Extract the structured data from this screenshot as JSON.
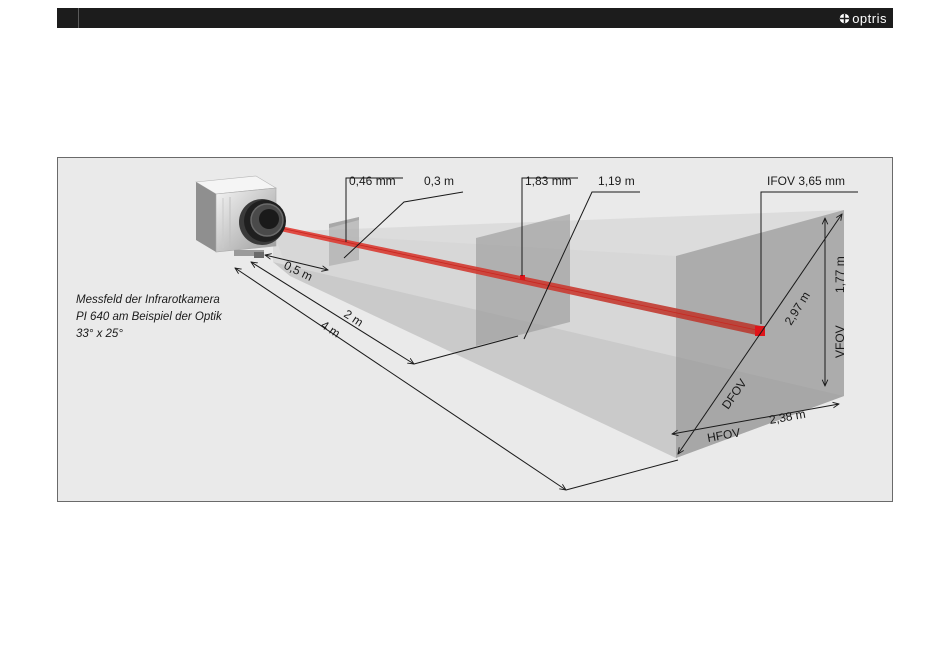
{
  "header": {
    "brand": "optris"
  },
  "caption": {
    "line1": "Messfeld der Infrarotkamera",
    "line2": "PI 640 am Beispiel der Optik",
    "line3": "33° x 25°"
  },
  "distances": {
    "d1": "0,5 m",
    "d2": "2 m",
    "d3": "4 m"
  },
  "labels": {
    "pixel_near": "0,46 mm",
    "field_near": "0,3 m",
    "pixel_mid": "1,83 mm",
    "field_mid": "1,19 m",
    "ifov": "IFOV 3,65 mm",
    "vertical": "1,77 m",
    "diagonal": "2,97 m",
    "horizontal": "2,38 m",
    "vfov": "VFOV",
    "dfov": "DFOV",
    "hfov": "HFOV"
  },
  "colors": {
    "beam": "#d8302c",
    "spot": "#e0141a",
    "plane": "#9a9a9a",
    "background": "#eaeaea"
  }
}
